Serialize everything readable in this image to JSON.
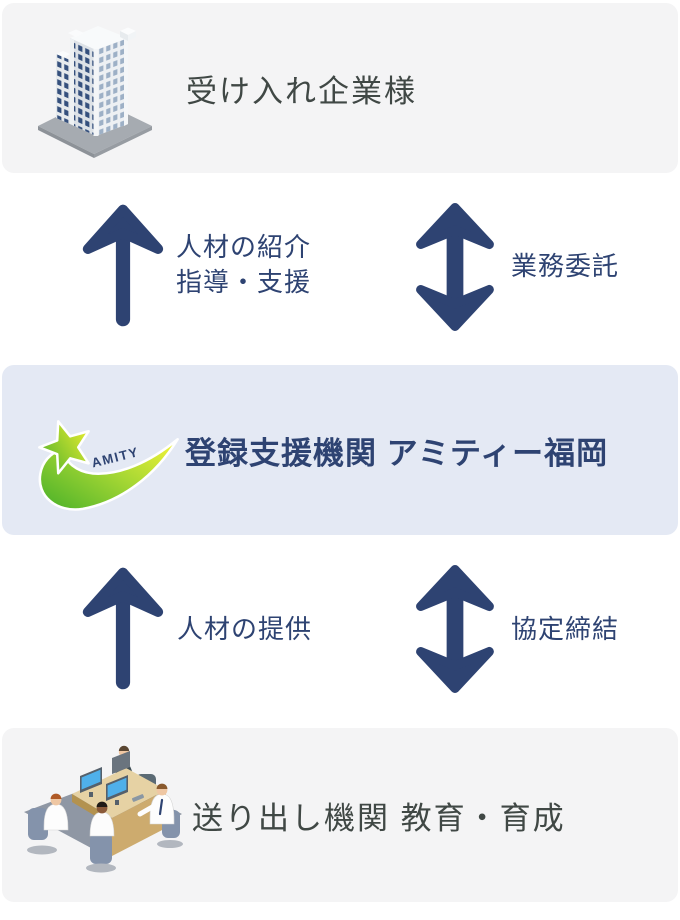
{
  "colors": {
    "accent_navy": "#2e4372",
    "card_gray": "#f4f4f5",
    "card_blue": "#e4e9f4",
    "title_text": "#404845",
    "logo_green": "#55b42c",
    "logo_yellow": "#eef238"
  },
  "cards": {
    "top": {
      "title": "受け入れ企業様"
    },
    "middle": {
      "title": "登録支援機関 アミティー福岡",
      "logo_text": "AMITY"
    },
    "bottom": {
      "title": "送り出し機関 教育・育成"
    }
  },
  "flows": {
    "upper": {
      "left_line1": "人材の紹介",
      "left_line2": "指導・支援",
      "right_label": "業務委託"
    },
    "lower": {
      "left_label": "人材の提供",
      "right_label": "協定締結"
    }
  }
}
